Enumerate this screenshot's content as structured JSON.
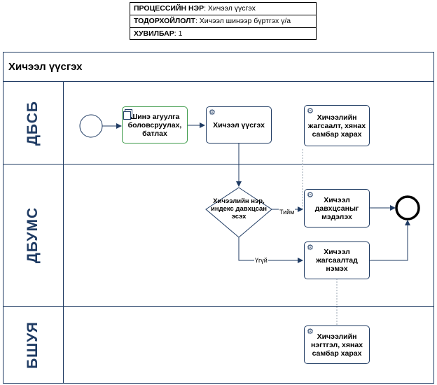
{
  "info": {
    "process_label": "ПРОЦЕССИЙН НЭР",
    "process_value": "Хичээл үүсгэх",
    "purpose_label": "ТОДОРХОЙЛОЛТ",
    "purpose_value": "Хичээл шинээр бүртгэх ү/а",
    "version_label": "ХУВИЛБАР",
    "version_value": "1"
  },
  "pool": {
    "title": "Хичээл үүсгэх"
  },
  "lanes": [
    "ДБСБ",
    "ДБУМС",
    "БШУЯ"
  ],
  "tasks": {
    "curriculum": "Шинэ агуулга боловсруулах, батлах",
    "create": "Хичээл үүсгэх",
    "view_schedule": "Хичээлийн жагсаалт, хянах самбар харах",
    "notify_dup": "Хичээл давхцсаныг мэдэлэх",
    "add_list": "Хичээл жагсаалтад нэмэх",
    "view_summary": "Хичээлийн нэгтгэл, хянах самбар харах"
  },
  "gateway": {
    "text": "Хичээлийн нэр, индекс давхцсан эсэх"
  },
  "flows": {
    "yes": "Тийм",
    "no": "Үгүй"
  },
  "colors": {
    "lane": "#1f3b63",
    "manual_task": "#3c9a48"
  }
}
